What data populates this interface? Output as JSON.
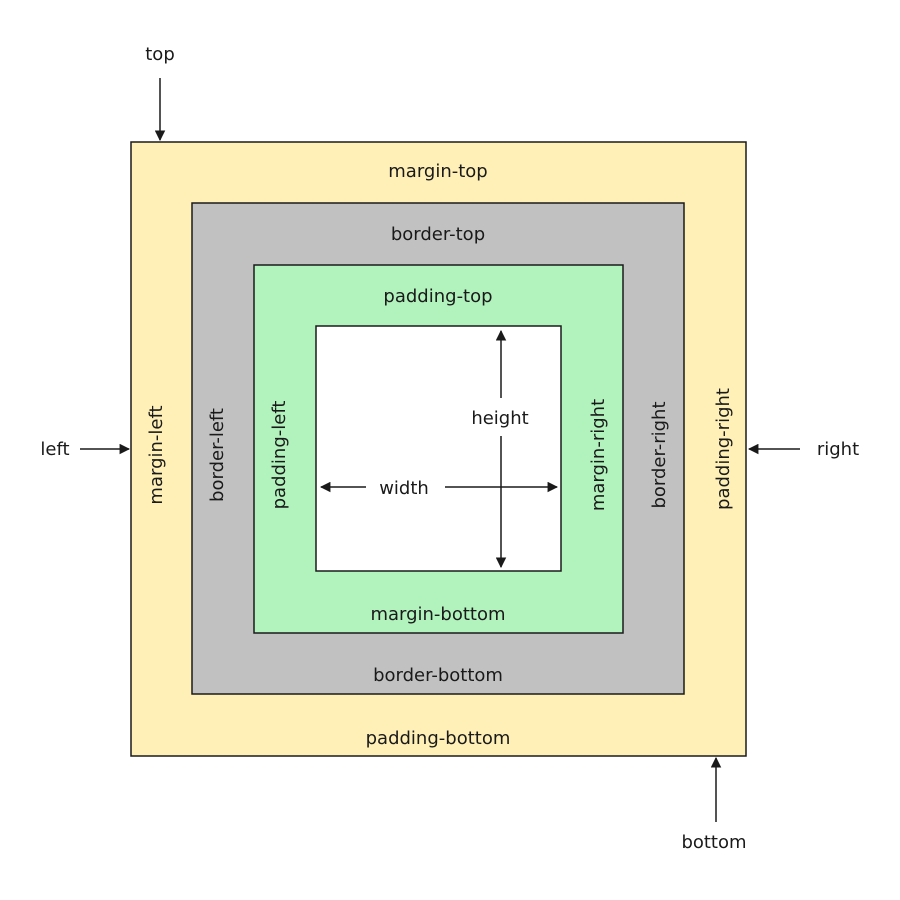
{
  "colors": {
    "margin_fill": "#fff0b8",
    "border_fill": "#c1c1c1",
    "padding_fill": "#b2f2bd",
    "content_fill": "#ffffff",
    "outline": "#1a1a1a"
  },
  "outer_labels": {
    "top": "top",
    "left": "left",
    "right": "right",
    "bottom": "bottom"
  },
  "margin": {
    "top": "margin-top",
    "left": "margin-left",
    "right": "padding-right",
    "bottom": "padding-bottom"
  },
  "border": {
    "top": "border-top",
    "left": "border-left",
    "right": "border-right",
    "bottom": "border-bottom"
  },
  "padding": {
    "top": "padding-top",
    "left": "padding-left",
    "right": "margin-right",
    "bottom": "margin-bottom"
  },
  "content": {
    "width": "width",
    "height": "height"
  }
}
